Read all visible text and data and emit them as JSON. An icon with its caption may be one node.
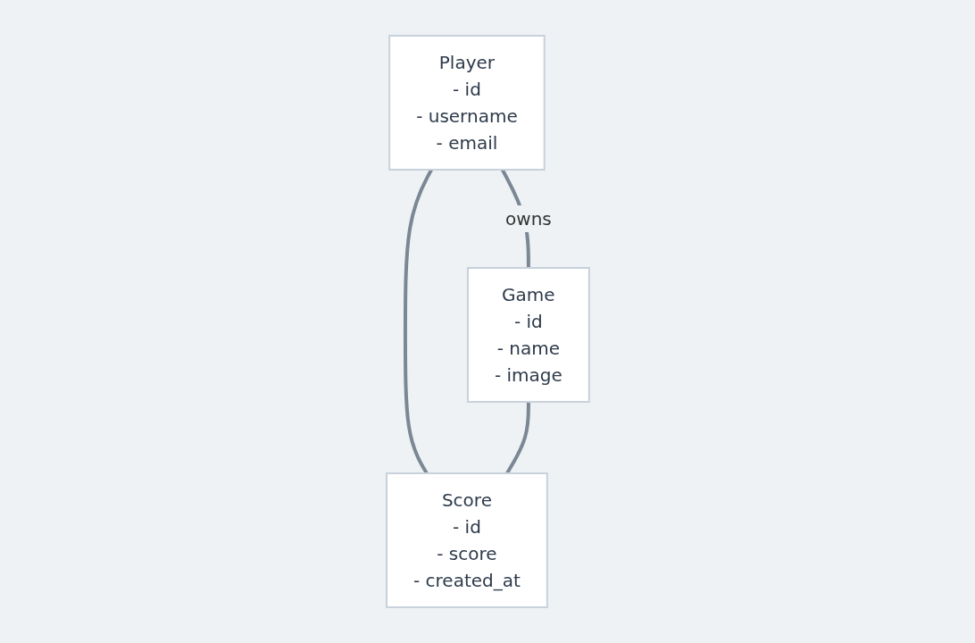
{
  "diagram": {
    "nodes": [
      {
        "text": [
          "Player",
          "- id",
          "- username",
          "- email"
        ]
      },
      {
        "text": [
          "Game",
          "- id",
          "- name",
          "- image"
        ]
      },
      {
        "text": [
          "Score",
          "- id",
          "- score",
          "- created_at"
        ]
      }
    ],
    "edges": [
      {
        "from": 0,
        "to": 1,
        "arrow": "none",
        "label": "owns"
      },
      {
        "from": 0,
        "to": 2,
        "arrow": "none"
      },
      {
        "from": 1,
        "to": 2,
        "arrow": "none"
      }
    ]
  }
}
